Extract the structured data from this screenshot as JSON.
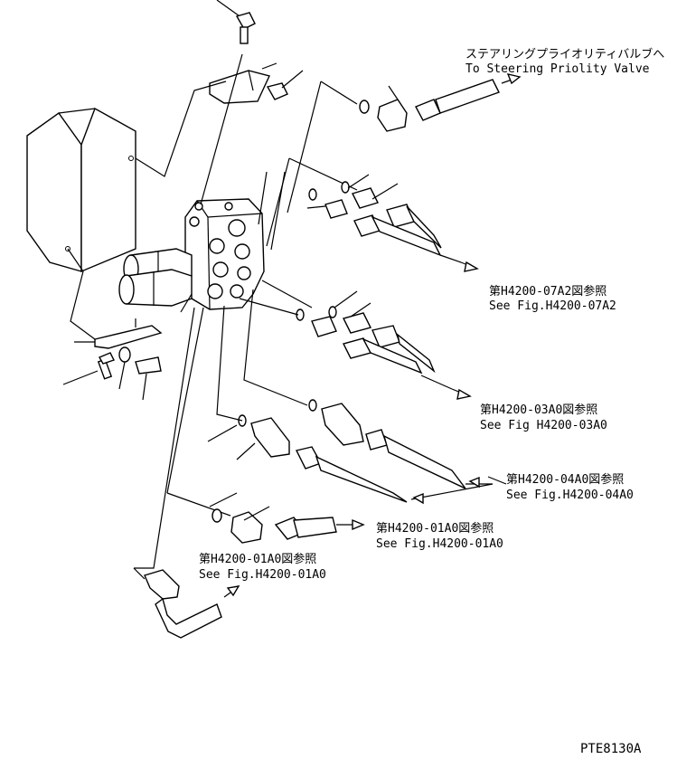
{
  "drawing": {
    "code": "PTE8130A"
  },
  "callouts": [
    {
      "id": "steering",
      "jp": "ステアリングプライオリティバルブへ",
      "en": "To Steering Priolity Valve"
    },
    {
      "id": "h4200-07a2",
      "jp": "第H4200-07A2図参照",
      "en": "See Fig.H4200-07A2"
    },
    {
      "id": "h4200-03a0",
      "jp": "第H4200-03A0図参照",
      "en": "See Fig H4200-03A0"
    },
    {
      "id": "h4200-04a0",
      "jp": "第H4200-04A0図参照",
      "en": "See Fig.H4200-04A0"
    },
    {
      "id": "h4200-01a0-right",
      "jp": "第H4200-01A0図参照",
      "en": "See Fig.H4200-01A0"
    },
    {
      "id": "h4200-01a0-left",
      "jp": "第H4200-01A0図参照",
      "en": "See Fig.H4200-01A0"
    }
  ]
}
